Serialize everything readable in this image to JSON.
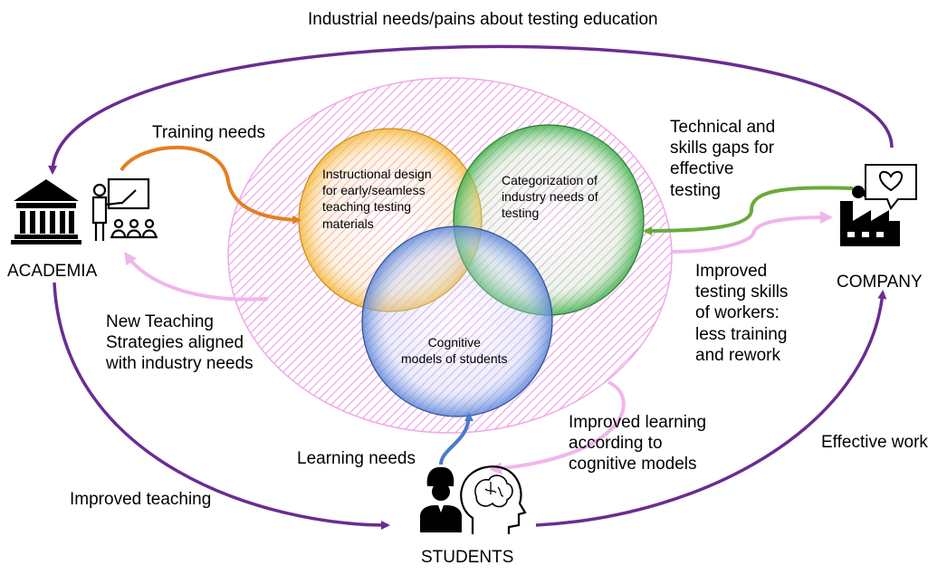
{
  "top_flow": "Industrial needs/pains about testing education",
  "nodes": {
    "academia": "ACADEMIA",
    "company": "COMPANY",
    "students": "STUDENTS"
  },
  "circles": {
    "instructional": "Instructional design\nfor early/seamless\nteaching testing\nmaterials",
    "categorization": "Categorization of\nindustry needs of\ntesting",
    "cognitive": "Cognitive\nmodels of students"
  },
  "flows": {
    "training_needs": "Training needs",
    "technical_gaps": "Technical and\nskills gaps for\neffective\ntesting",
    "new_teaching": "New Teaching\nStrategies aligned\n with industry needs",
    "improved_skills": "Improved\ntesting skills\nof workers:\nless training\nand rework",
    "learning_needs": "Learning needs",
    "improved_learning": "Improved learning\naccording to\ncognitive models",
    "improved_teaching": "Improved teaching",
    "effective_work": "Effective work"
  },
  "colors": {
    "purple": "#6a2c91",
    "pink": "#f0b6ec",
    "orange": "#e67e22",
    "green": "#6aaa3a",
    "blue": "#4a7bc8",
    "yellow_circle": "#f5b83a",
    "green_circle": "#3fb04a",
    "blue_circle": "#3a5fb0"
  }
}
